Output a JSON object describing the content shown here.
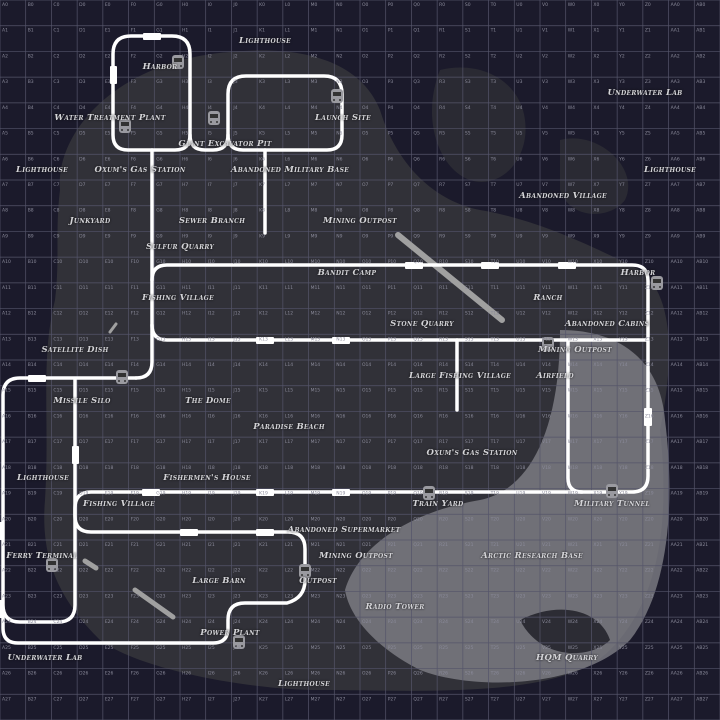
{
  "map": {
    "colors": {
      "ocean": "#1b1a2b",
      "land": "#3a3a40",
      "snow": "#8a8a90",
      "rail": "#ffffff",
      "grid": "#55556a",
      "train": "#9a9aa0",
      "bridge": "#a0a0a0"
    },
    "grid": {
      "columns": [
        "A",
        "B",
        "C",
        "D",
        "E",
        "F",
        "G",
        "H",
        "I",
        "J",
        "K",
        "L",
        "M",
        "N",
        "O",
        "P",
        "Q",
        "R",
        "S",
        "T",
        "U",
        "V",
        "W",
        "X",
        "Y",
        "Z",
        "AA",
        "AB"
      ],
      "rows": [
        0,
        1,
        2,
        3,
        4,
        5,
        6,
        7,
        8,
        9,
        10,
        11,
        12,
        13,
        14,
        15,
        16,
        17,
        18,
        19,
        20,
        21,
        22,
        23,
        24,
        25,
        26,
        27
      ]
    },
    "labels": [
      "Lighthouse",
      "Harbor",
      "Water Treatment Plant",
      "Giant Excavator Pit",
      "Launch Site",
      "Underwater Lab",
      "Lighthouse",
      "Abandoned Military Base",
      "Lighthouse",
      "Oxum's Gas Station",
      "Abandoned Village",
      "Junkyard",
      "Sewer Branch",
      "Mining Outpost",
      "Sulfur Quarry",
      "Bandit Camp",
      "Fishing Village",
      "Harbor",
      "Ranch",
      "Abandoned Cabins",
      "Stone Quarry",
      "Satellite Dish",
      "Mining Outpost",
      "Missile Silo",
      "The Dome",
      "Large Fishing Village",
      "Airfield",
      "Paradise Beach",
      "Oxum's Gas Station",
      "Lighthouse",
      "Fishermen's House",
      "Fishing Village",
      "Train Yard",
      "Military Tunnel",
      "Abandoned Supermarket",
      "Mining Outpost",
      "Arctic Research Base",
      "Ferry Terminal",
      "Large Barn",
      "Outpost",
      "Radio Tower",
      "Power Plant",
      "HQM Quarry",
      "Underwater Lab",
      "Lighthouse"
    ],
    "train_station_icon": "train-icon"
  }
}
